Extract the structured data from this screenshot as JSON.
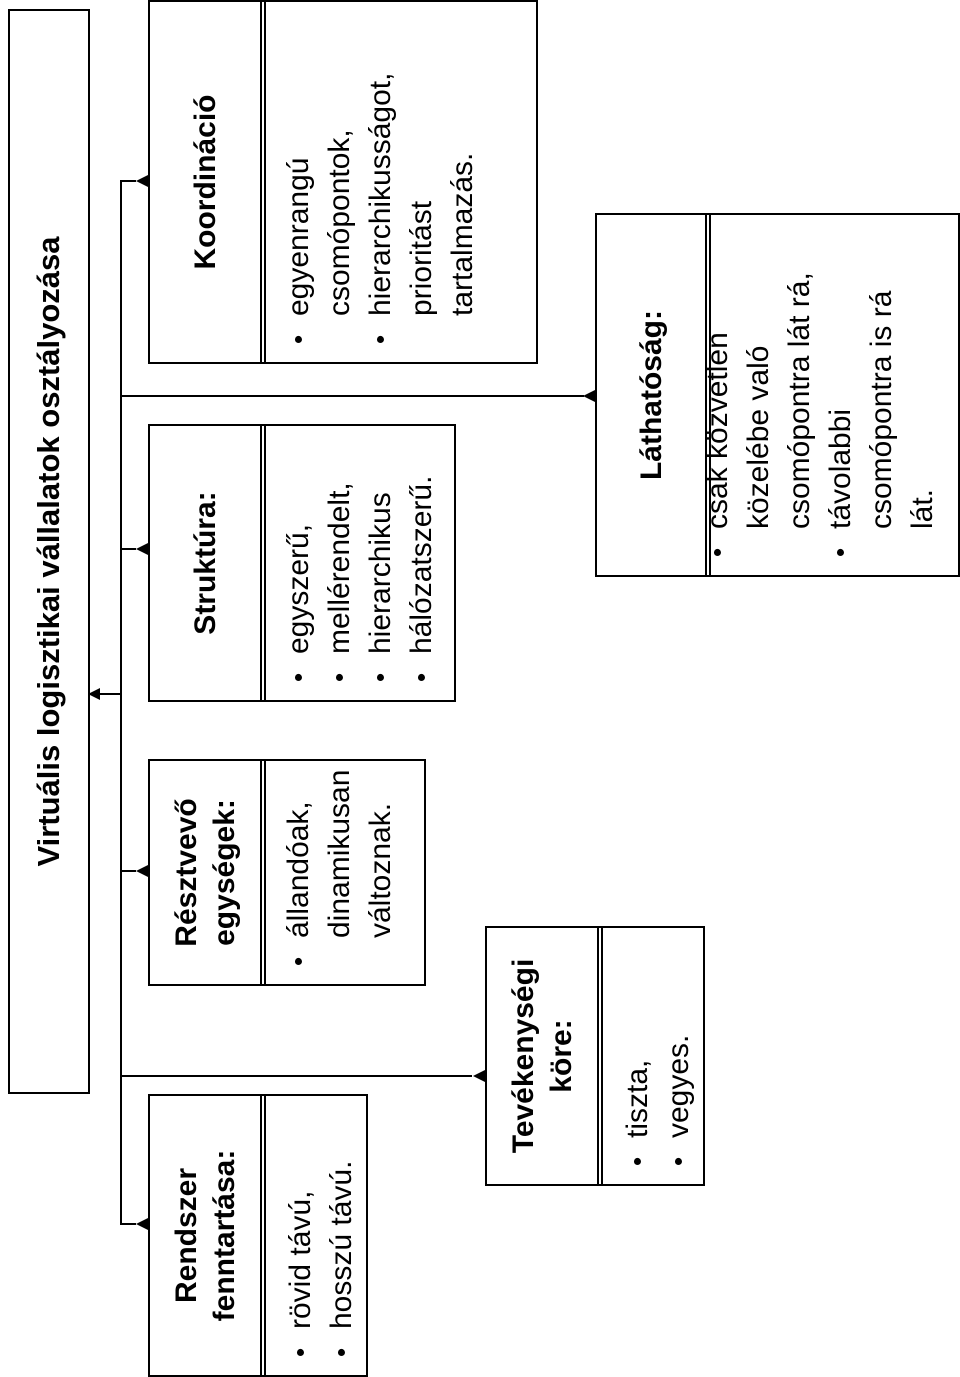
{
  "title": "Virtuális logisztikai vállalatok osztályozása",
  "categories": [
    {
      "key": "fenntartas",
      "header": [
        "Rendszer",
        "fenntartása:"
      ],
      "items": [
        [
          "rövid távú,"
        ],
        [
          "hosszú távú."
        ]
      ]
    },
    {
      "key": "resztvevo",
      "header": [
        "Résztvevő",
        "egységek:"
      ],
      "items": [
        [
          "állandóak,",
          "dinamikusan",
          "változnak."
        ]
      ]
    },
    {
      "key": "struktura",
      "header": [
        "Struktúra:"
      ],
      "items": [
        [
          "egyszerű,"
        ],
        [
          "mellérendelt,"
        ],
        [
          "hierarchikus"
        ],
        [
          "hálózatszerű."
        ]
      ]
    },
    {
      "key": "koordinacio",
      "header": [
        "Koordináció"
      ],
      "items": [
        [
          "egyenrangú",
          "csomópontok,"
        ],
        [
          "hierarchikusságot,",
          "prioritást",
          "tartalmazás."
        ]
      ]
    },
    {
      "key": "tevekenyseg",
      "header": [
        "Tevékenységi",
        "köre:"
      ],
      "items": [
        [
          "tiszta,"
        ],
        [
          "vegyes."
        ]
      ]
    },
    {
      "key": "lathatosag",
      "header": [
        "Láthatóság:"
      ],
      "items": [
        [
          "csak közvetlen",
          "közelébe való",
          "csomópontra lát rá,"
        ],
        [
          "távolabbi",
          "csomópontra is rá",
          "lát."
        ]
      ]
    }
  ]
}
